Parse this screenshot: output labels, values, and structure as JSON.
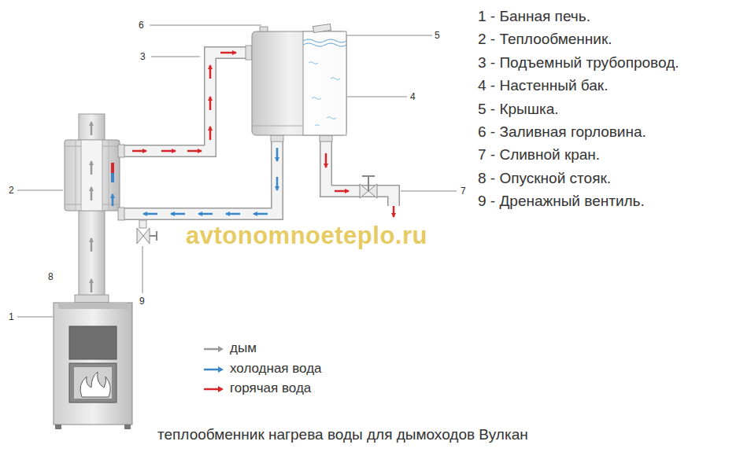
{
  "diagram": {
    "caption": "теплообменник нагрева воды для дымоходов Вулкан",
    "labels": [
      "1 - Банная печь.",
      "2 - Теплообменник.",
      "3 - Подъемный трубопровод.",
      "4 - Настенный бак.",
      "5 - Крышка.",
      "6 - Заливная горловина.",
      "7 - Сливной кран.",
      "8 - Опускной стояк.",
      "9 - Дренажный вентиль.",
      "6",
      "3",
      "5",
      "4",
      "2",
      "8",
      "1",
      "9",
      "7",
      "avtonomnoeteplo.ru"
    ],
    "legend": [
      {
        "text": "дым"
      },
      {
        "text": "холодная вода"
      },
      {
        "text": "горячая вода"
      }
    ]
  }
}
